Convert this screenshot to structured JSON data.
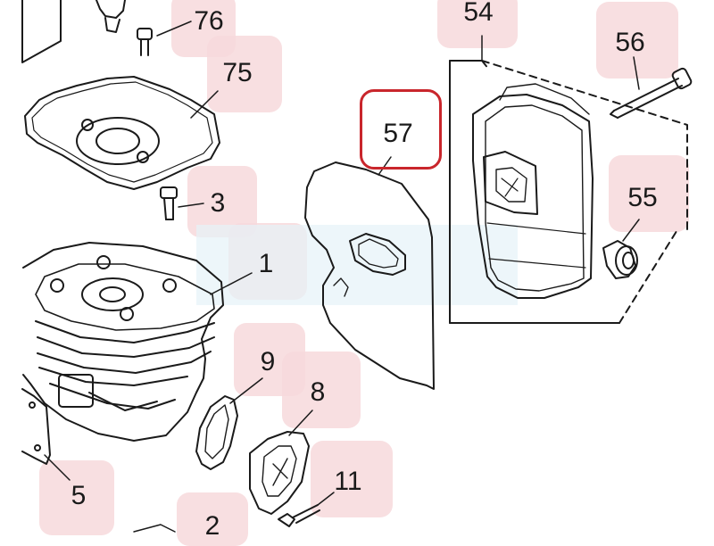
{
  "diagram": {
    "highlight_color": "#c9262c",
    "callout_color": "#f7d9dc",
    "highlighted_part": "57",
    "parts": [
      {
        "id": "76",
        "label": "76"
      },
      {
        "id": "75",
        "label": "75"
      },
      {
        "id": "3",
        "label": "3"
      },
      {
        "id": "1",
        "label": "1"
      },
      {
        "id": "9",
        "label": "9"
      },
      {
        "id": "8",
        "label": "8"
      },
      {
        "id": "11",
        "label": "11"
      },
      {
        "id": "5",
        "label": "5"
      },
      {
        "id": "2",
        "label": "2"
      },
      {
        "id": "57",
        "label": "57"
      },
      {
        "id": "54",
        "label": "54"
      },
      {
        "id": "56",
        "label": "56"
      },
      {
        "id": "55",
        "label": "55"
      }
    ]
  }
}
